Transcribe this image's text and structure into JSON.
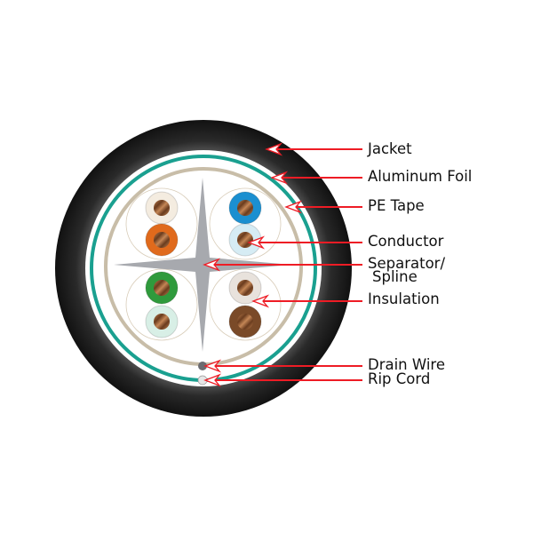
{
  "labels": {
    "jacket": "Jacket",
    "foil": "Aluminum Foil",
    "pe_tape": "PE Tape",
    "conductor": "Conductor",
    "separator_line1": "Separator/",
    "separator_line2": "Spline",
    "insulation": "Insulation",
    "drain_wire": "Drain Wire",
    "rip_cord": "Rip Cord"
  },
  "colors": {
    "jacket": "#1c1c1c",
    "foil": "#1aa090",
    "pe_tape": "#c8bda8",
    "separator": "#a7a9ae",
    "arrow": "#ee1c25",
    "conductor": "#a8683c",
    "wires": [
      "#f4ece0",
      "#e06a1c",
      "#1b8fd0",
      "#d6ecf4",
      "#2f9a3c",
      "#d8efe6",
      "#e8e2dc",
      "#7a4a28"
    ]
  }
}
